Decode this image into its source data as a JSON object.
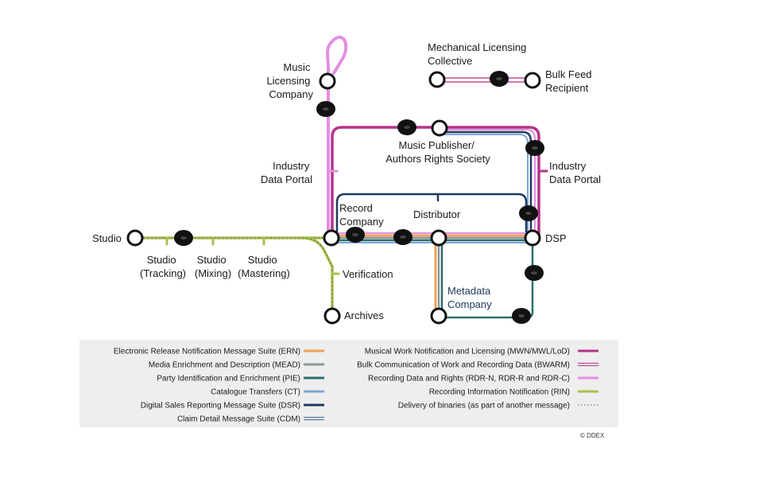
{
  "stations": {
    "studio": "Studio",
    "studio_tracking": [
      "Studio",
      "(Tracking)"
    ],
    "studio_mixing": [
      "Studio",
      "(Mixing)"
    ],
    "studio_mastering": [
      "Studio",
      "(Mastering)"
    ],
    "music_licensing_company": [
      "Music",
      "Licensing",
      "Company"
    ],
    "industry_data_portal_left": [
      "Industry",
      "Data Portal"
    ],
    "industry_data_portal_right": [
      "Industry",
      "Data Portal"
    ],
    "record_company": [
      "Record",
      "Company"
    ],
    "distributor": "Distributor",
    "dsp": "DSP",
    "verification": "Verification",
    "archives": "Archives",
    "metadata_company": [
      "Metadata",
      "Company"
    ],
    "music_publisher": [
      "Music Publisher/",
      "Authors Rights Society"
    ],
    "mlc": [
      "Mechanical Licensing",
      "Collective"
    ],
    "bulk_feed": [
      "Bulk Feed",
      "Recipient"
    ]
  },
  "legend": {
    "left": [
      {
        "label": "Electronic Release Notification Message Suite (ERN)",
        "color": "#f0a05a",
        "style": "solid"
      },
      {
        "label": "Media Enrichment and Description (MEAD)",
        "color": "#8a9a9a",
        "style": "solid"
      },
      {
        "label": "Party Identification and Enrichment (PIE)",
        "color": "#2d6e6e",
        "style": "solid"
      },
      {
        "label": "Catalogue Transfers (CT)",
        "color": "#7ea6d6",
        "style": "solid"
      },
      {
        "label": "Digital Sales Reporting Message Suite (DSR)",
        "color": "#1f3a60",
        "style": "solid"
      },
      {
        "label": "Claim Detail Message Suite (CDM)",
        "color": "#5a7aa0",
        "style": "double"
      }
    ],
    "right": [
      {
        "label": "Musical Work Notification and Licensing (MWN/MWL/LoD)",
        "color": "#b5338a",
        "style": "solid"
      },
      {
        "label": "Bulk Communication of Work and Recording Data (BWARM)",
        "color": "#c04a9c",
        "style": "double"
      },
      {
        "label": "Recording Data and Rights (RDR-N, RDR-R and RDR-C)",
        "color": "#e48ee0",
        "style": "solid"
      },
      {
        "label": "Recording Information Notification (RIN)",
        "color": "#a8c050",
        "style": "solid"
      },
      {
        "label": "Delivery of binaries (as part of another message)",
        "color": "#b8b8b8",
        "style": "dotted"
      }
    ]
  },
  "copyright": "© DDEX"
}
